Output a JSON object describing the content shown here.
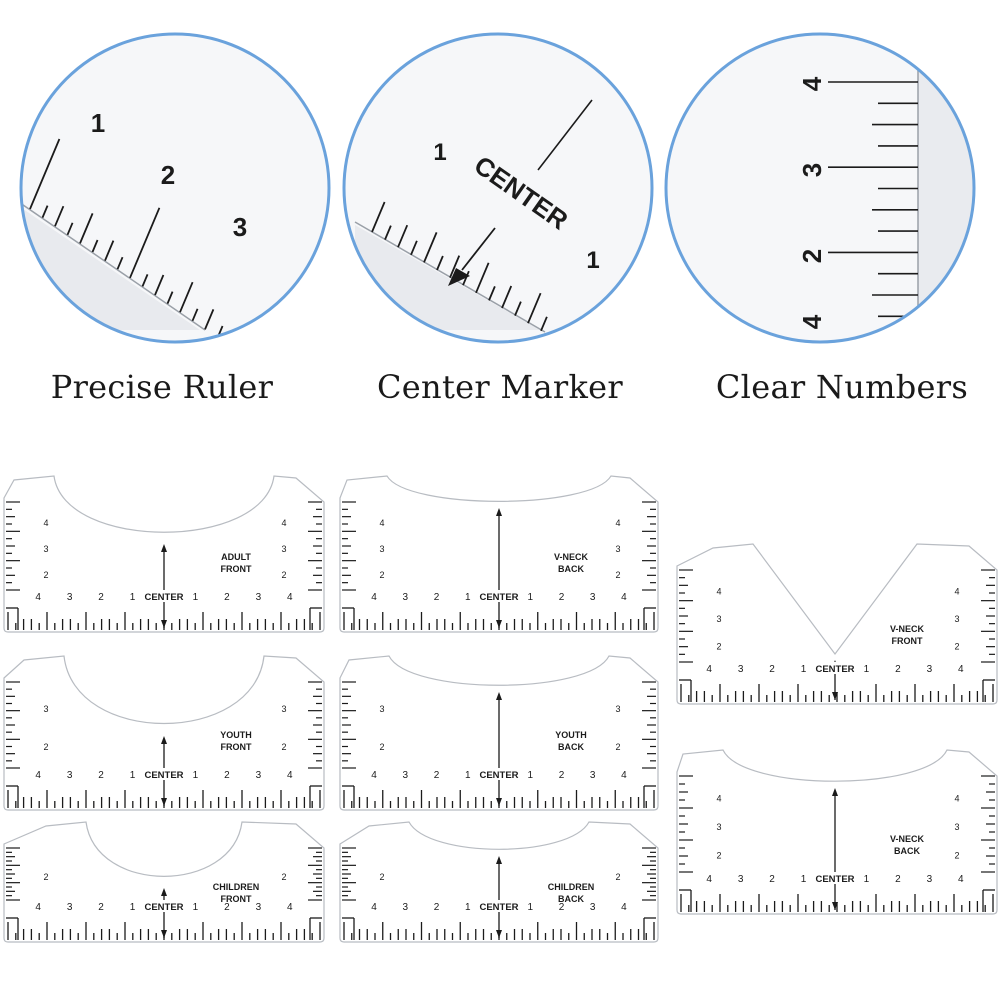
{
  "features": [
    {
      "caption": "Precise Ruler",
      "numbers": [
        "1",
        "2",
        "3"
      ]
    },
    {
      "caption": "Center Marker",
      "label": "CENTER",
      "numbers": [
        "1",
        "1"
      ]
    },
    {
      "caption": "Clear Numbers",
      "numbers": [
        "4",
        "3",
        "2",
        "4"
      ]
    }
  ],
  "rulers": [
    {
      "id": "adult-front",
      "name_lines": [
        "ADULT",
        "FRONT"
      ],
      "center": "CENTER",
      "ticks": [
        "4",
        "3",
        "2",
        "1",
        "1",
        "2",
        "3",
        "4"
      ],
      "side": [
        "4",
        "3",
        "2"
      ]
    },
    {
      "id": "vneck-back-1",
      "name_lines": [
        "V-NECK",
        "BACK"
      ],
      "center": "CENTER",
      "ticks": [
        "4",
        "3",
        "2",
        "1",
        "1",
        "2",
        "3",
        "4"
      ],
      "side": [
        "4",
        "3",
        "2"
      ]
    },
    {
      "id": "vneck-front",
      "name_lines": [
        "V-NECK",
        "FRONT"
      ],
      "center": "CENTER",
      "ticks": [
        "4",
        "3",
        "2",
        "1",
        "1",
        "2",
        "3",
        "4"
      ],
      "side": [
        "4",
        "3",
        "2"
      ]
    },
    {
      "id": "youth-front",
      "name_lines": [
        "YOUTH",
        "FRONT"
      ],
      "center": "CENTER",
      "ticks": [
        "4",
        "3",
        "2",
        "1",
        "1",
        "2",
        "3",
        "4"
      ],
      "side": [
        "3",
        "2"
      ]
    },
    {
      "id": "youth-back",
      "name_lines": [
        "YOUTH",
        "BACK"
      ],
      "center": "CENTER",
      "ticks": [
        "4",
        "3",
        "2",
        "1",
        "1",
        "2",
        "3",
        "4"
      ],
      "side": [
        "3",
        "2"
      ]
    },
    {
      "id": "vneck-back-2",
      "name_lines": [
        "V-NECK",
        "BACK"
      ],
      "center": "CENTER",
      "ticks": [
        "4",
        "3",
        "2",
        "1",
        "1",
        "2",
        "3",
        "4"
      ],
      "side": [
        "4",
        "3",
        "2"
      ]
    },
    {
      "id": "children-front",
      "name_lines": [
        "CHILDREN",
        "FRONT"
      ],
      "center": "CENTER",
      "ticks": [
        "4",
        "3",
        "2",
        "1",
        "1",
        "2",
        "3",
        "4"
      ],
      "side": [
        "2"
      ]
    },
    {
      "id": "children-back",
      "name_lines": [
        "CHILDREN",
        "BACK"
      ],
      "center": "CENTER",
      "ticks": [
        "4",
        "3",
        "2",
        "1",
        "1",
        "2",
        "3",
        "4"
      ],
      "side": [
        "2"
      ]
    }
  ],
  "colors": {
    "circle_border": "#6aa2dc",
    "ink": "#1b1b1b",
    "outline": "#b8bcc2"
  }
}
